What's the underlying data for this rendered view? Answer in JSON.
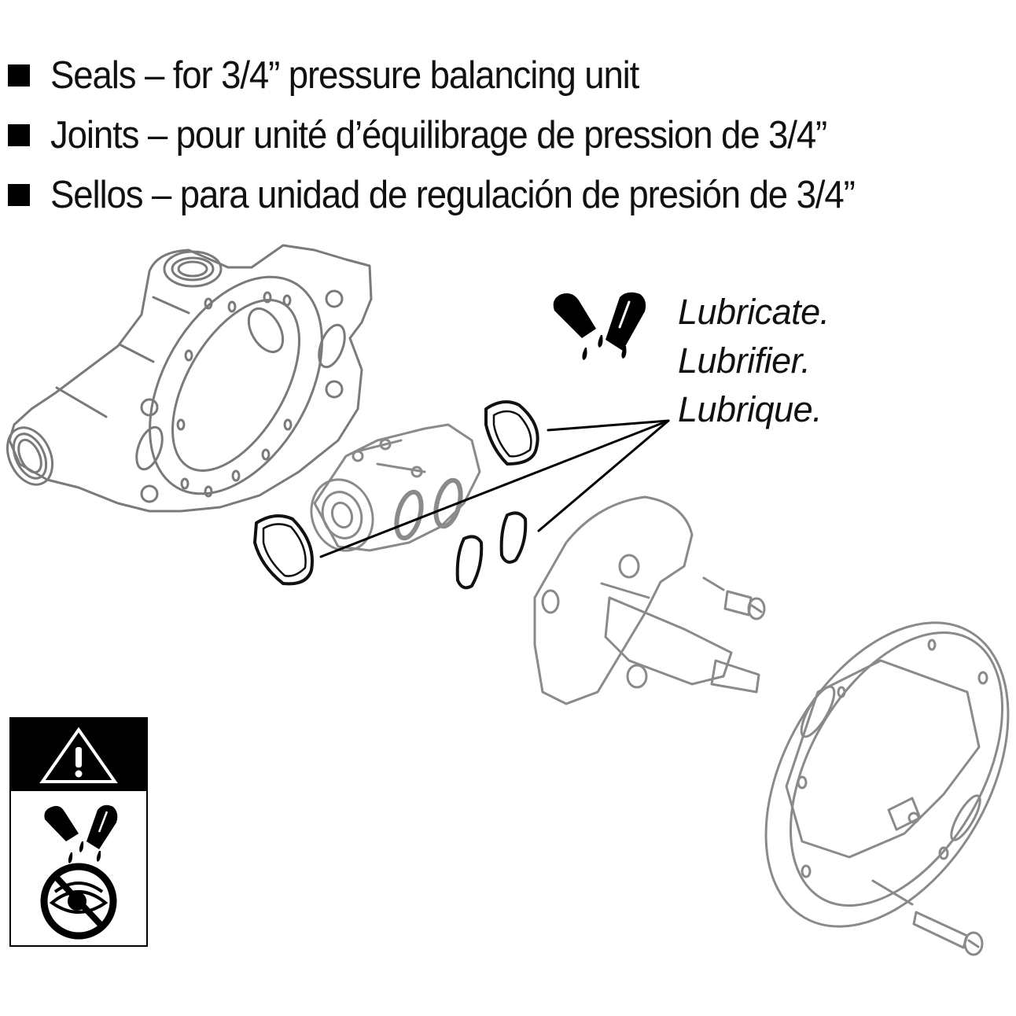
{
  "instructions": {
    "items": [
      {
        "lang": "en",
        "text": "Seals – for 3/4” pressure balancing unit"
      },
      {
        "lang": "fr",
        "text": "Joints – pour unité d’équilibrage de pression de 3/4”"
      },
      {
        "lang": "es",
        "text": "Sellos – para unidad de regulación de presión de 3/4”"
      }
    ]
  },
  "lubricate_callout": {
    "icon": "lubricant-capsule-icon",
    "lines": [
      "Lubricate.",
      "Lubrifier.",
      "Lubrique."
    ]
  },
  "warning_panel": {
    "icons": [
      "warning-triangle-icon",
      "lubricant-capsule-icon",
      "no-eye-contact-icon"
    ]
  },
  "diagram": {
    "parts": [
      "valve-body",
      "pressure-balancing-cartridge",
      "large-seal-upper",
      "large-seal-lower",
      "small-seal-left",
      "small-seal-right",
      "stop-ring-assembly",
      "retaining-screw",
      "escutcheon-plate",
      "long-mounting-screw"
    ],
    "colors": {
      "line_art": "#7a7a7a",
      "seals": "#111111",
      "leader_lines": "#000000"
    }
  }
}
